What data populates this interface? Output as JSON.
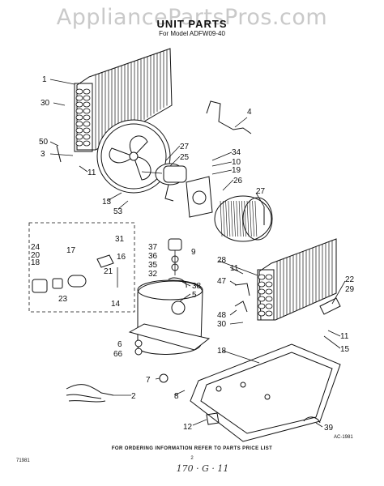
{
  "watermark": "AppliancePartsPros.com",
  "header": {
    "title": "UNIT PARTS",
    "subtitle": "For Model ADFW09-40"
  },
  "footer": {
    "ordering_note": "FOR ORDERING INFORMATION REFER TO PARTS PRICE LIST",
    "code_left": "71981",
    "code_right": "AC-1981",
    "page_number": "2",
    "handwriting": "170 · G · 11"
  },
  "callouts": [
    {
      "id": "1",
      "text": "1"
    },
    {
      "id": "30a",
      "text": "30"
    },
    {
      "id": "50",
      "text": "50"
    },
    {
      "id": "3",
      "text": "3"
    },
    {
      "id": "11a",
      "text": "11"
    },
    {
      "id": "4",
      "text": "4"
    },
    {
      "id": "27a",
      "text": "27"
    },
    {
      "id": "25",
      "text": "25"
    },
    {
      "id": "34",
      "text": "34"
    },
    {
      "id": "10",
      "text": "10"
    },
    {
      "id": "19",
      "text": "19"
    },
    {
      "id": "26",
      "text": "26"
    },
    {
      "id": "27b",
      "text": "27"
    },
    {
      "id": "13",
      "text": "13"
    },
    {
      "id": "53",
      "text": "53"
    },
    {
      "id": "24",
      "text": "24"
    },
    {
      "id": "20",
      "text": "20"
    },
    {
      "id": "17",
      "text": "17"
    },
    {
      "id": "18",
      "text": "18"
    },
    {
      "id": "31",
      "text": "31"
    },
    {
      "id": "16",
      "text": "16"
    },
    {
      "id": "21",
      "text": "21"
    },
    {
      "id": "23",
      "text": "23"
    },
    {
      "id": "14",
      "text": "14"
    },
    {
      "id": "37",
      "text": "37"
    },
    {
      "id": "36",
      "text": "36"
    },
    {
      "id": "9",
      "text": "9"
    },
    {
      "id": "35",
      "text": "35"
    },
    {
      "id": "32",
      "text": "32"
    },
    {
      "id": "38",
      "text": "38"
    },
    {
      "id": "5",
      "text": "5"
    },
    {
      "id": "28",
      "text": "28"
    },
    {
      "id": "11b",
      "text": "11"
    },
    {
      "id": "47",
      "text": "47"
    },
    {
      "id": "48",
      "text": "48"
    },
    {
      "id": "30b",
      "text": "30"
    },
    {
      "id": "22",
      "text": "22"
    },
    {
      "id": "29",
      "text": "29"
    },
    {
      "id": "11c",
      "text": "11"
    },
    {
      "id": "15",
      "text": "15"
    },
    {
      "id": "6",
      "text": "6"
    },
    {
      "id": "66",
      "text": "66"
    },
    {
      "id": "18b",
      "text": "18"
    },
    {
      "id": "7",
      "text": "7"
    },
    {
      "id": "8",
      "text": "8"
    },
    {
      "id": "2",
      "text": "2"
    },
    {
      "id": "12",
      "text": "12"
    },
    {
      "id": "39",
      "text": "39"
    }
  ]
}
